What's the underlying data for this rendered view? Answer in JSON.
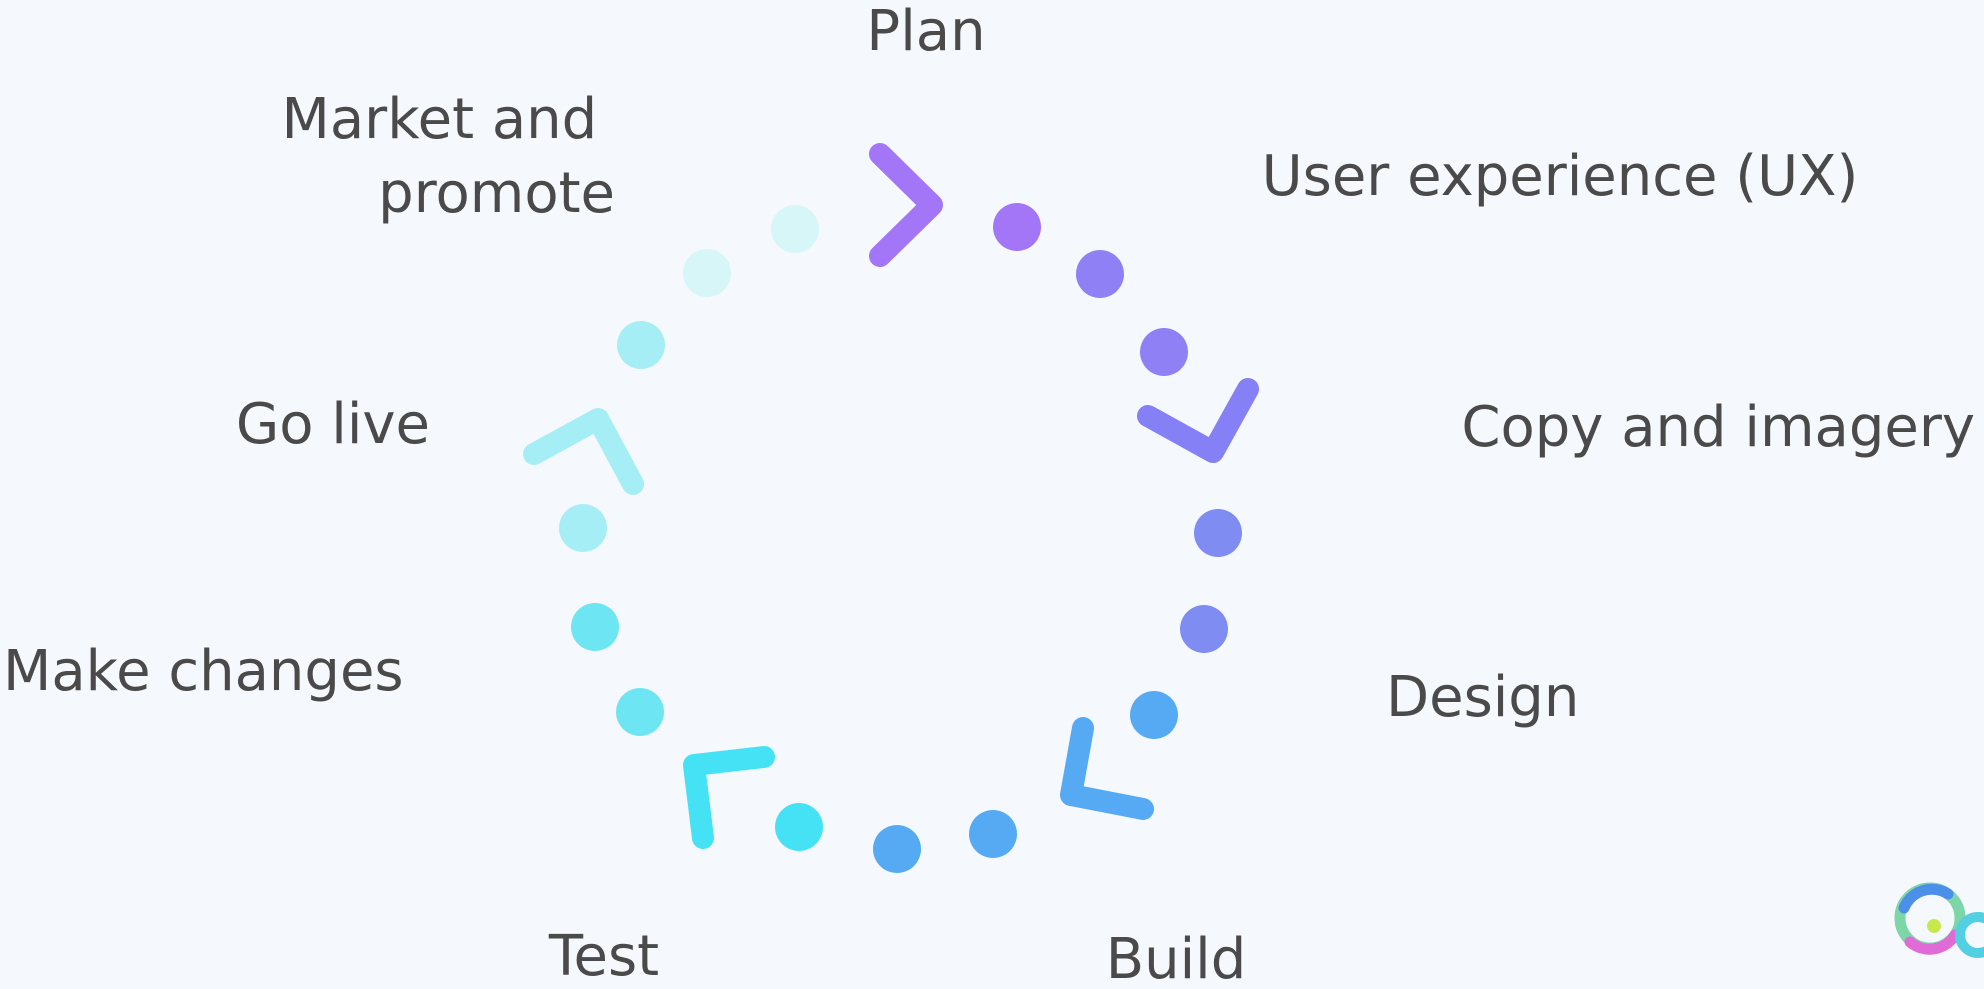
{
  "diagram": {
    "type": "cycle",
    "stages": [
      {
        "id": "plan",
        "label_lines": [
          "Plan"
        ],
        "color": "#a375f7"
      },
      {
        "id": "ux",
        "label_lines": [
          "User experience (UX)"
        ],
        "color": "#8f80f6"
      },
      {
        "id": "copy",
        "label_lines": [
          "Copy and imagery"
        ],
        "color": "#8580f5"
      },
      {
        "id": "design",
        "label_lines": [
          "Design"
        ],
        "color": "#7f8cf1"
      },
      {
        "id": "build",
        "label_lines": [
          "Build"
        ],
        "color": "#55aaf3"
      },
      {
        "id": "test",
        "label_lines": [
          "Test"
        ],
        "color": "#45e2f6"
      },
      {
        "id": "make-changes",
        "label_lines": [
          "Make changes"
        ],
        "color": "#6ee5f2"
      },
      {
        "id": "go-live",
        "label_lines": [
          "Go live"
        ],
        "color": "#a6eef6"
      },
      {
        "id": "market-promote",
        "label_lines": [
          "Market and",
          "promote"
        ],
        "color": "#d6f6f7"
      }
    ]
  },
  "colors": {
    "background": "#f5f8fc",
    "label_text": "#4a4a4a"
  },
  "logo": {
    "icon": "swirl-logo-icon"
  }
}
